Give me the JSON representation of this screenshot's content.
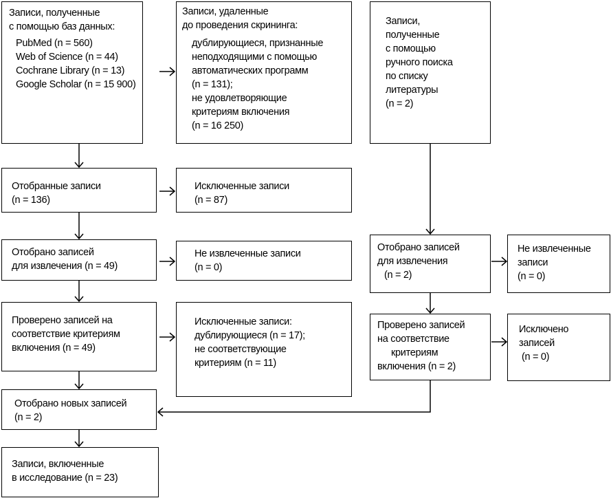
{
  "db_records": {
    "heading": [
      "Записи, полученные",
      "с помощью баз данных:"
    ],
    "sources": [
      "PubMed (n = 560)",
      "Web of Science (n = 44)",
      "Cochrane Library (n = 13)",
      "Google Scholar (n = 15 900)"
    ]
  },
  "removed": {
    "heading": [
      "Записи, удаленные",
      "до проведения скрининга:"
    ],
    "items": [
      "дублирующиеся, признанные",
      "неподходящими с помощью",
      "автоматических программ",
      "(n = 131);",
      "не удовлетворяющие",
      "критериям включения",
      "(n = 16 250)"
    ]
  },
  "manual_search": {
    "lines": [
      "Записи,",
      "полученные",
      "с помощью",
      "ручного поиска",
      "по списку",
      "литературы",
      "(n = 2)"
    ]
  },
  "screened": {
    "lines": [
      "Отобранные записи",
      "(n = 136)"
    ]
  },
  "screened_excluded": {
    "lines": [
      "Исключенные записи",
      "(n = 87)"
    ]
  },
  "sought": {
    "lines": [
      "Отобрано записей",
      "для извлечения (n = 49)"
    ]
  },
  "not_retrieved": {
    "lines": [
      "Не извлеченные записи",
      "(n = 0)"
    ]
  },
  "assessed": {
    "lines": [
      "Проверено записей на",
      "соответствие критериям",
      "включения (n = 49)"
    ]
  },
  "assessed_excluded": {
    "lines": [
      "Исключенные записи:",
      "дублирующиеся (n = 17);",
      "не соответствующие",
      "критериям (n = 11)"
    ]
  },
  "new_records": {
    "lines": [
      "Отобрано новых записей",
      "(n = 2)"
    ]
  },
  "included": {
    "lines": [
      "Записи, включенные",
      "в исследование (n = 23)"
    ]
  },
  "manual_sought": {
    "lines": [
      "Отобрано записей",
      "для извлечения",
      "(n = 2)"
    ]
  },
  "manual_not_retrieved": {
    "lines": [
      "Не извлеченные",
      "записи",
      "(n = 0)"
    ]
  },
  "manual_assessed": {
    "lines": [
      "Проверено записей",
      "на соответствие",
      "критериям",
      "включения (n = 2)"
    ]
  },
  "manual_excluded": {
    "lines": [
      "Исключено",
      "записей",
      "(n = 0)"
    ]
  }
}
